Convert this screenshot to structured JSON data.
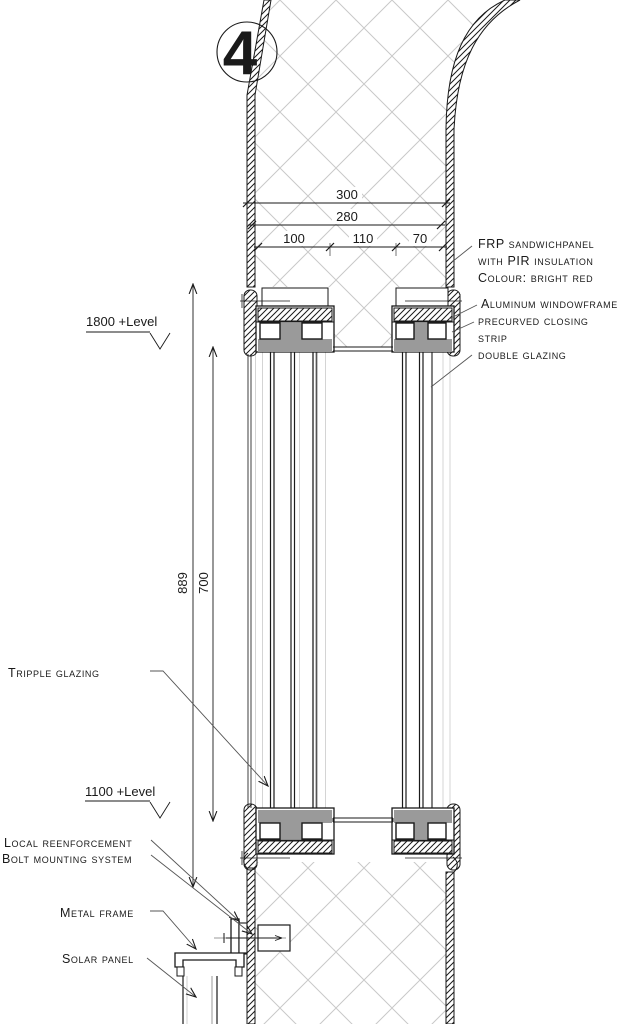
{
  "detail": {
    "number": "4"
  },
  "dimensions": {
    "width_total": "300",
    "width_inner": "280",
    "segments": [
      "100",
      "110",
      "70"
    ],
    "height_outer": "889",
    "height_inner": "700"
  },
  "levels": {
    "upper": "1800 +Level",
    "lower": "1100 +Level"
  },
  "callouts": {
    "frp_line1": "FRP sandwichpanel",
    "frp_line2": "with PIR insulation",
    "frp_line3": "Colour: bright red",
    "aluminum": "Aluminum windowframe",
    "closing_line1": "precurved closing",
    "closing_line2": "strip",
    "double_glazing": "double glazing",
    "triple_glazing": "Tripple glazing",
    "local_reinforcement": "Local reenforcement",
    "bolt_mounting": "Bolt mounting system",
    "metal_frame": "Metal frame",
    "solar_panel": "Solar panel"
  },
  "colors": {
    "line": "#1a1a1a",
    "hatch_grid": "#c9c9c9",
    "infill_gray": "#9a9a9a"
  }
}
